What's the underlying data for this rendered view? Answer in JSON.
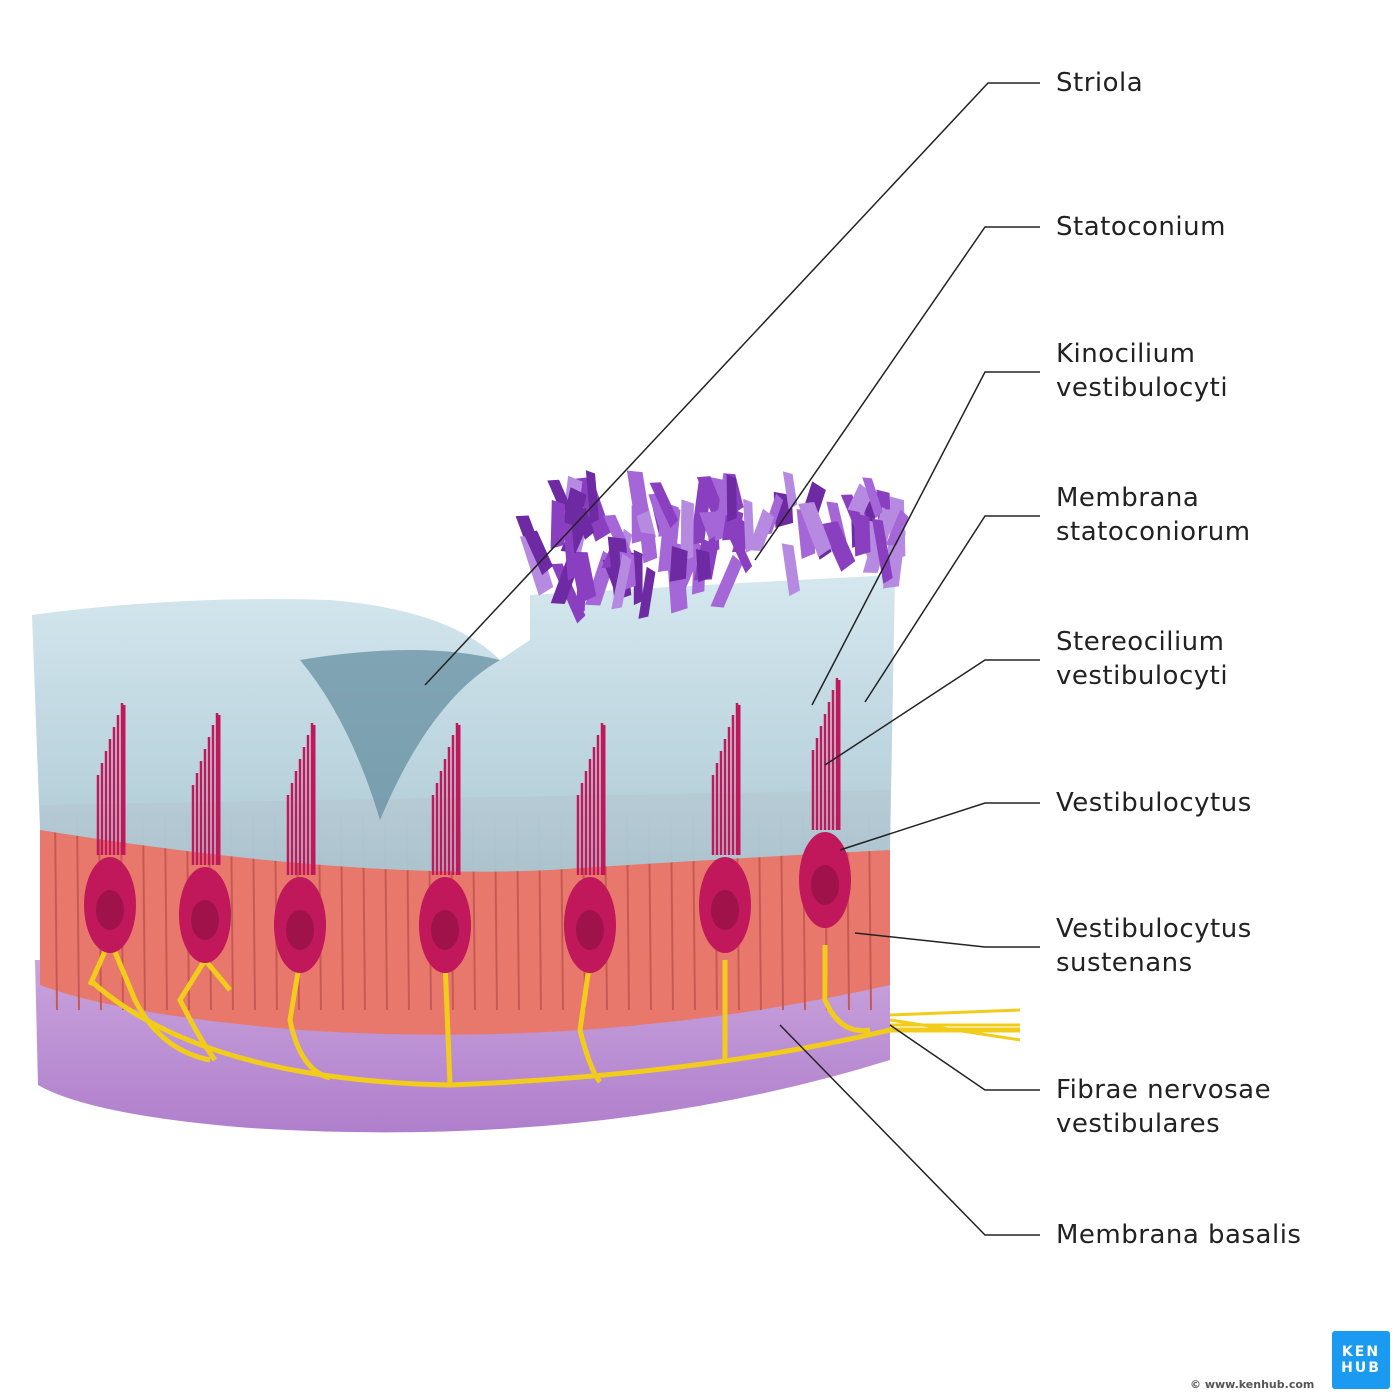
{
  "labels": {
    "striola": [
      "Striola"
    ],
    "statoconium": [
      "Statoconium"
    ],
    "kinocilium": [
      "Kinocilium",
      "vestibulocyti"
    ],
    "membrana_statoconiorum": [
      "Membrana",
      "statoconiorum"
    ],
    "stereocilium": [
      "Stereocilium",
      "vestibulocyti"
    ],
    "vestibulocytus": [
      "Vestibulocytus"
    ],
    "vestibulocytus_sustenans": [
      "Vestibulocytus",
      "sustenans"
    ],
    "fibrae": [
      "Fibrae nervosae",
      "vestibulares"
    ],
    "membrana_basalis": [
      "Membrana basalis"
    ]
  },
  "branding": {
    "logo_line1": "KEN",
    "logo_line2": "HUB",
    "copyright": "© www.kenhub.com"
  },
  "colors": {
    "gel": "#b9d6e0",
    "support": "#e8786c",
    "basal": "#c49ad6",
    "hair_cell": "#c0185a",
    "nerve": "#f2cc1a",
    "crystal": "#8a3fc0",
    "brand": "#1a9af0"
  }
}
